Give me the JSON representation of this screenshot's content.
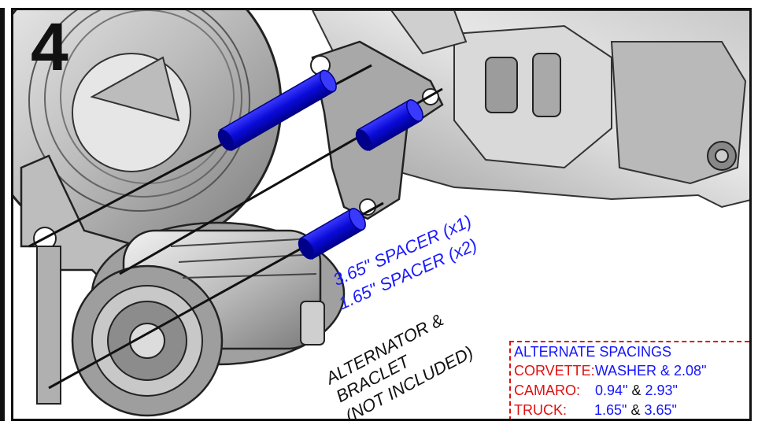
{
  "step_number": "4",
  "spacers": {
    "spacer_1": "3.65\" SPACER  (x1)",
    "spacer_2": "1.65\" SPACER  (x2)"
  },
  "alternator_label": {
    "line1": "ALTERNATOR &",
    "line2": "BRACLET",
    "line3": "(NOT INCLUDED)"
  },
  "alternate_spacings": {
    "title": "ALTERNATE SPACINGS",
    "rows": [
      {
        "vehicle": "CORVETTE:",
        "value1": "WASHER & 2.08\"",
        "amp": "",
        "value2": ""
      },
      {
        "vehicle": "CAMARO:",
        "value1": "0.94\"",
        "amp": "&",
        "value2": "2.93\""
      },
      {
        "vehicle": "TRUCK:",
        "value1": "1.65\"",
        "amp": "&",
        "value2": "3.65\""
      }
    ]
  },
  "colors": {
    "spacer": "#1010d0",
    "label_blue": "#1a1aff",
    "label_red": "#e01010",
    "frame": "#111111"
  }
}
